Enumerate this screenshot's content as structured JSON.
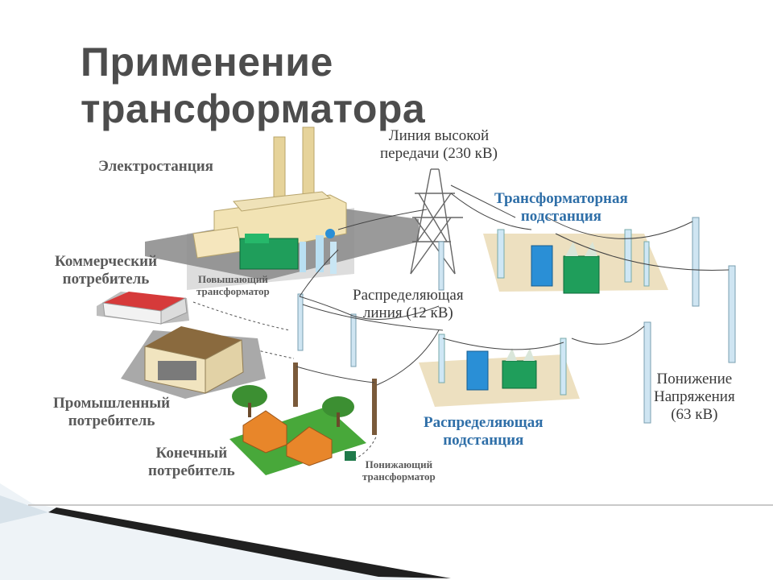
{
  "title_line1": "Применение",
  "title_line2": "трансформатора",
  "labels": {
    "power_station": "Электростанция",
    "high_voltage_line_1": "Линия высокой",
    "high_voltage_line_2": "передачи (230 кВ)",
    "transformer_substation_1": "Трансформаторная",
    "transformer_substation_2": "подстанция",
    "commercial_consumer_1": "Коммерческий",
    "commercial_consumer_2": "потребитель",
    "step_up_transformer_1": "Повышающий",
    "step_up_transformer_2": "трансформатор",
    "distribution_line_1": "Распределяющая",
    "distribution_line_2": "линия (12 кВ)",
    "industrial_consumer_1": "Промышленный",
    "industrial_consumer_2": "потребитель",
    "voltage_reduction_1": "Понижение",
    "voltage_reduction_2": "Напряжения",
    "voltage_reduction_3": "(63 кВ)",
    "distribution_substation_1": "Распределяющая",
    "distribution_substation_2": "подстанция",
    "end_consumer_1": "Конечный",
    "end_consumer_2": "потребитель",
    "step_down_transformer_1": "Понижающий",
    "step_down_transformer_2": "трансформатор"
  },
  "colors": {
    "transformer_green": "#1f9e5b",
    "transformer_blue": "#2a8fd6",
    "ground_beige": "#ede0c0",
    "grass_green": "#48a83a",
    "roof_red": "#d63a3a",
    "house_orange": "#e8862a"
  }
}
